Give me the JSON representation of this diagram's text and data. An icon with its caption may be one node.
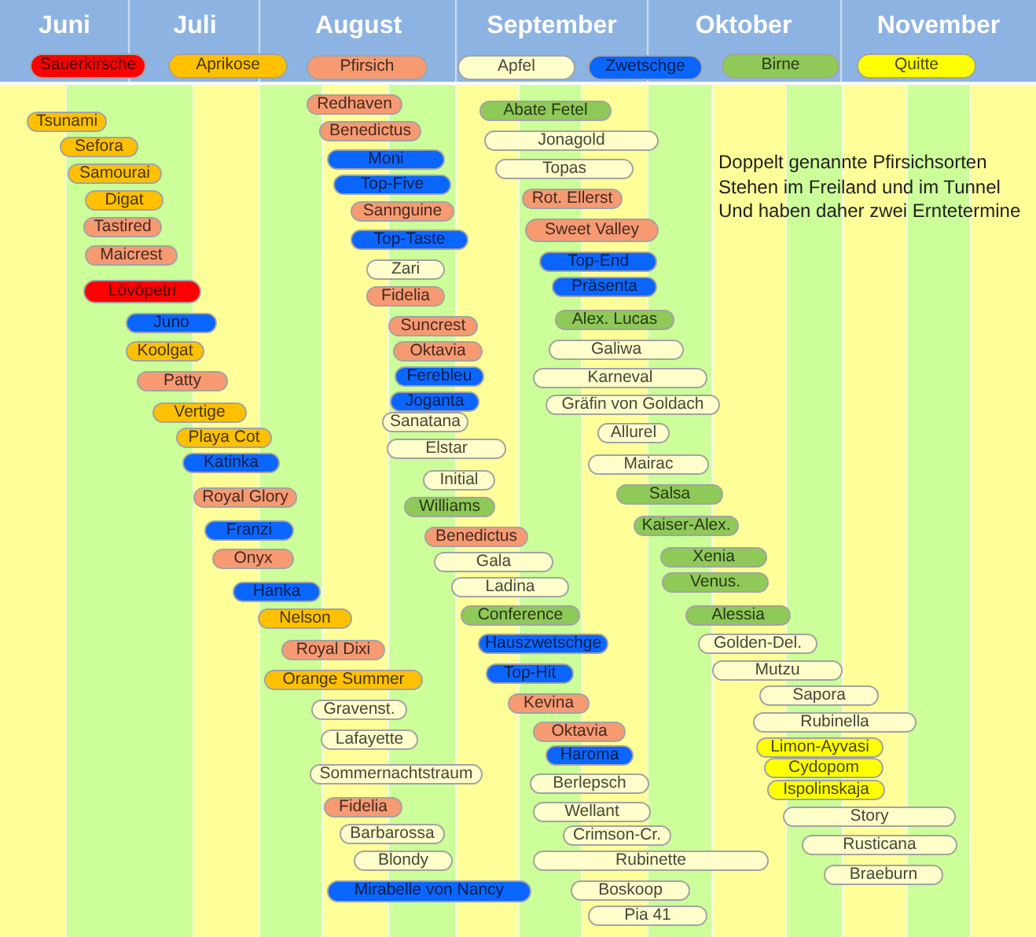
{
  "diagram": {
    "nodes": [
      {
        "text": [
          "Redhaven"
        ]
      },
      {
        "text": [
          "Abate Fetel"
        ]
      },
      {
        "text": [
          "Tsunami"
        ]
      },
      {
        "text": [
          "Benedictus"
        ]
      },
      {
        "text": [
          "Jonagold"
        ]
      },
      {
        "text": [
          "Sefora"
        ]
      },
      {
        "text": [
          "Moni"
        ]
      },
      {
        "text": [
          "Topas"
        ]
      },
      {
        "text": [
          "Samourai"
        ]
      },
      {
        "text": [
          "Top-Five"
        ]
      },
      {
        "text": [
          "Rot. Ellerst"
        ]
      },
      {
        "text": [
          "Digat"
        ]
      },
      {
        "text": [
          "Sannguine"
        ]
      },
      {
        "text": [
          "Tastired"
        ]
      },
      {
        "text": [
          "Sweet Valley"
        ]
      },
      {
        "text": [
          "Top-Taste"
        ]
      },
      {
        "text": [
          "Maicrest"
        ]
      },
      {
        "text": [
          "Top-End"
        ]
      },
      {
        "text": [
          "Zari"
        ]
      },
      {
        "text": [
          "Präsenta"
        ]
      },
      {
        "text": [
          "Lövöpetri"
        ]
      },
      {
        "text": [
          "Fidelia"
        ]
      },
      {
        "text": [
          "Alex. Lucas"
        ]
      },
      {
        "text": [
          "Juno"
        ]
      },
      {
        "text": [
          "Suncrest"
        ]
      },
      {
        "text": [
          "Galiwa"
        ]
      },
      {
        "text": [
          "Koolgat"
        ]
      },
      {
        "text": [
          "Oktavia"
        ]
      },
      {
        "text": [
          "Ferebleu"
        ]
      },
      {
        "text": [
          "Karneval"
        ]
      },
      {
        "text": [
          "Patty"
        ]
      },
      {
        "text": [
          "Joganta"
        ]
      },
      {
        "text": [
          "Gräfin von Goldach"
        ]
      },
      {
        "text": [
          "Vertige"
        ]
      },
      {
        "text": [
          "Sanatana"
        ]
      },
      {
        "text": [
          "Allurel"
        ]
      },
      {
        "text": [
          "Playa Cot"
        ]
      },
      {
        "text": [
          "Elstar"
        ]
      },
      {
        "text": [
          "Katinka"
        ]
      },
      {
        "text": [
          "Mairac"
        ]
      },
      {
        "text": [
          "Initial"
        ]
      },
      {
        "text": [
          "Salsa"
        ]
      },
      {
        "text": [
          "Royal Glory"
        ]
      },
      {
        "text": [
          "Williams"
        ]
      },
      {
        "text": [
          "Kaiser-Alex."
        ]
      },
      {
        "text": [
          "Franzi"
        ]
      },
      {
        "text": [
          "Benedictus"
        ]
      },
      {
        "text": [
          "Xenia"
        ]
      },
      {
        "text": [
          "Onyx"
        ]
      },
      {
        "text": [
          "Gala"
        ]
      },
      {
        "text": [
          "Venus."
        ]
      },
      {
        "text": [
          "Ladina"
        ]
      },
      {
        "text": [
          "Hanka"
        ]
      },
      {
        "text": [
          "Conference"
        ]
      },
      {
        "text": [
          "Alessia"
        ]
      },
      {
        "text": [
          "Nelson"
        ]
      },
      {
        "text": [
          "Hauszwetschge"
        ]
      },
      {
        "text": [
          "Golden-Del."
        ]
      },
      {
        "text": [
          "Royal Dixi"
        ]
      },
      {
        "text": [
          "Mutzu"
        ]
      },
      {
        "text": [
          "Top-Hit"
        ]
      },
      {
        "text": [
          "Orange Summer"
        ]
      },
      {
        "text": [
          "Sapora"
        ]
      },
      {
        "text": [
          "Kevina"
        ]
      },
      {
        "text": [
          "Gravenst."
        ]
      },
      {
        "text": [
          "Rubinella"
        ]
      },
      {
        "text": [
          "Oktavia"
        ]
      },
      {
        "text": [
          "Lafayette"
        ]
      },
      {
        "text": [
          "Limon-Ayvasi"
        ]
      },
      {
        "text": [
          "Haroma"
        ]
      },
      {
        "text": [
          "Cydopom"
        ]
      },
      {
        "text": [
          "Sommernachtstraum"
        ]
      },
      {
        "text": [
          "Berlepsch"
        ]
      },
      {
        "text": [
          "Ispolinskaja"
        ]
      },
      {
        "text": [
          "Fidelia"
        ]
      },
      {
        "text": [
          "Wellant"
        ]
      },
      {
        "text": [
          "Story"
        ]
      },
      {
        "text": [
          "Barbarossa"
        ]
      },
      {
        "text": [
          "Crimson-Cr."
        ]
      },
      {
        "text": [
          "Rusticana"
        ]
      },
      {
        "text": [
          "Blondy"
        ]
      },
      {
        "text": [
          "Rubinette"
        ]
      },
      {
        "text": [
          "Braeburn"
        ]
      },
      {
        "text": [
          "Boskoop"
        ]
      },
      {
        "text": [
          "Mirabelle von Nancy"
        ]
      },
      {
        "text": [
          "Pia 41"
        ]
      }
    ],
    "labels": [
      "Juni",
      "Juli",
      "August",
      "September",
      "Oktober",
      "November",
      "Doppelt genannte Pfirsichsorten Stehen im Freiland und im Tunnel Und haben daher zwei Erntetermine"
    ],
    "legend": [
      {
        "text": "Sauerkirsche",
        "color": "#ff0000"
      },
      {
        "text": "Aprikose",
        "color": "#ffc000"
      },
      {
        "text": "Pfirsich",
        "color": "#f79a72"
      },
      {
        "text": "Apfel",
        "color": "#ffffcc"
      },
      {
        "text": "Zwetschge",
        "color": "#0a66ff"
      },
      {
        "text": "Birne",
        "color": "#8fc957"
      },
      {
        "text": "Quitte",
        "color": "#ffff00"
      }
    ]
  }
}
